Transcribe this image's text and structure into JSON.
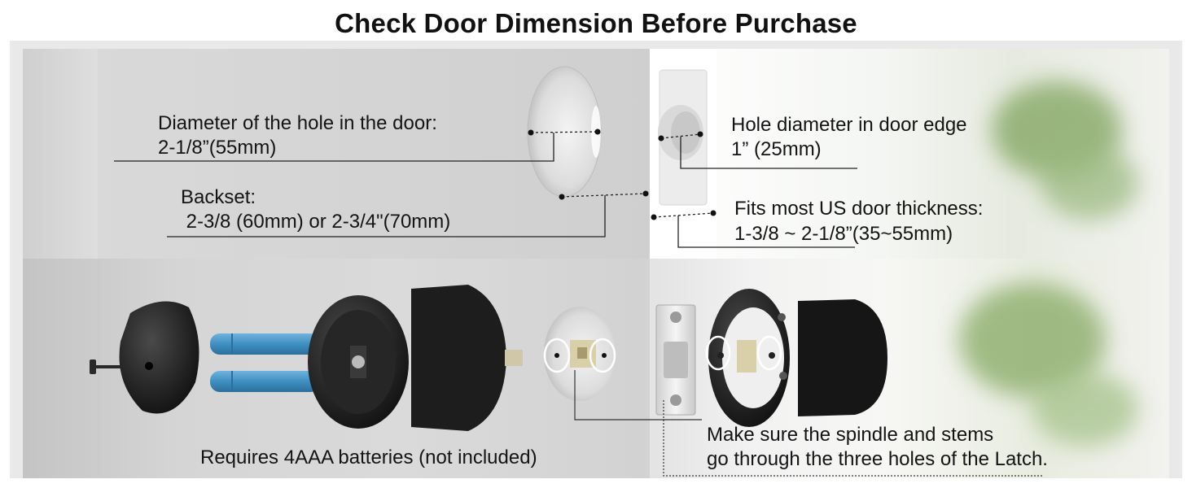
{
  "title": "Check Door Dimension Before Purchase",
  "annotations": {
    "hole_door_label": "Diameter of the hole in the door:",
    "hole_door_value": "2-1/8”(55mm)",
    "backset_label": "Backset:",
    "backset_value": " 2-3/8 (60mm) or 2-3/4\"(70mm)",
    "hole_edge_label": "Hole diameter in door edge",
    "hole_edge_value": "1” (25mm)",
    "thickness_label": "Fits most US door thickness:",
    "thickness_value": "1-3/8 ~ 2-1/8”(35~55mm)",
    "batteries_note": "Requires 4AAA batteries (not included)",
    "spindle_note_line1": "Make sure the spindle and stems",
    "spindle_note_line2": "go through the three holes of the Latch."
  },
  "colors": {
    "battery_blue": "#3f8fc2",
    "lock_black": "#1b1b1b",
    "leader_line": "#222222",
    "highlight_circle": "#ffffff"
  }
}
